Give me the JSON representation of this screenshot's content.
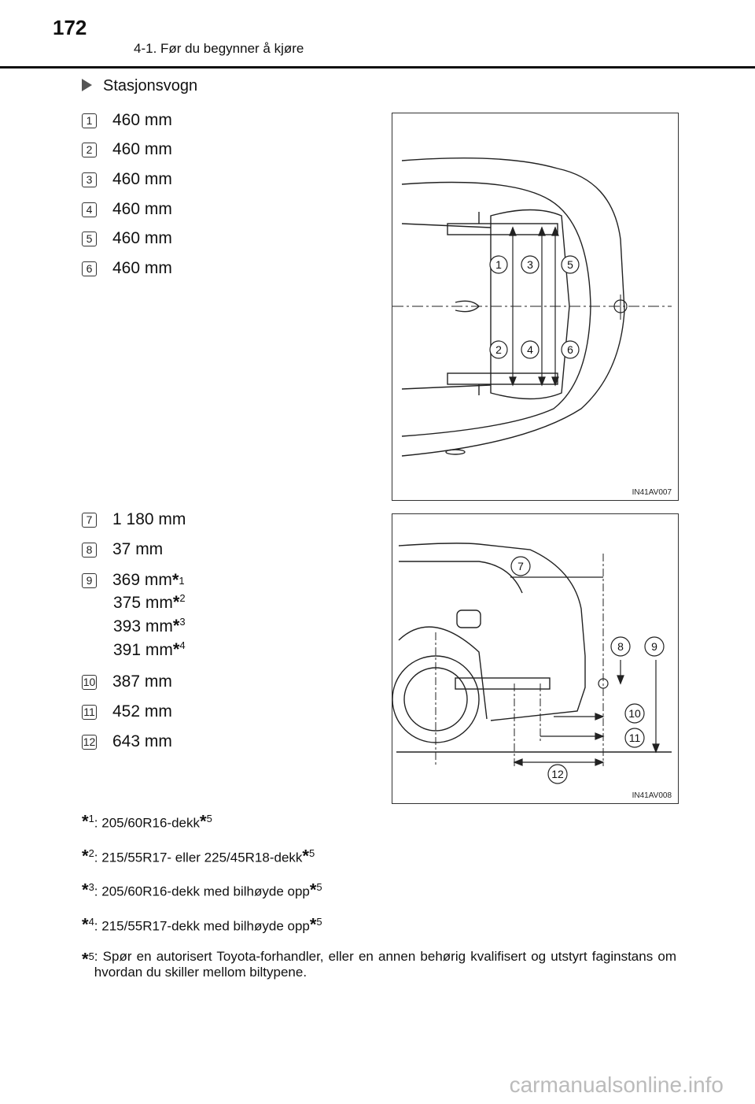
{
  "header": {
    "page_number": "172",
    "section": "4-1. Før du begynner å kjøre"
  },
  "variant_label": "Stasjonsvogn",
  "roof_items": [
    {
      "num": "1",
      "value": "460 mm"
    },
    {
      "num": "2",
      "value": "460 mm"
    },
    {
      "num": "3",
      "value": "460 mm"
    },
    {
      "num": "4",
      "value": "460 mm"
    },
    {
      "num": "5",
      "value": "460 mm"
    },
    {
      "num": "6",
      "value": "460 mm"
    }
  ],
  "side_items": [
    {
      "num": "7",
      "value": "1 180 mm"
    },
    {
      "num": "8",
      "value": "37 mm"
    },
    {
      "num": "9",
      "value": "369 mm",
      "sup": "1"
    },
    {
      "num": "10",
      "value": "387 mm"
    },
    {
      "num": "11",
      "value": "452 mm"
    },
    {
      "num": "12",
      "value": "643 mm"
    }
  ],
  "item9_extra": [
    {
      "value": "375 mm",
      "sup": "2"
    },
    {
      "value": "393 mm",
      "sup": "3"
    },
    {
      "value": "391 mm",
      "sup": "4"
    }
  ],
  "figure1": {
    "code": "IN41AV007",
    "labels": [
      "1",
      "2",
      "3",
      "4",
      "5",
      "6"
    ]
  },
  "figure2": {
    "code": "IN41AV008",
    "labels": [
      "7",
      "8",
      "9",
      "10",
      "11",
      "12"
    ]
  },
  "notes": [
    {
      "sup": "1",
      "text": ": 205/60R16-dekk",
      "ref": "5"
    },
    {
      "sup": "2",
      "text": ": 215/55R17- eller 225/45R18-dekk",
      "ref": "5"
    },
    {
      "sup": "3",
      "text": ": 205/60R16-dekk med bilhøyde opp",
      "ref": "5"
    },
    {
      "sup": "4",
      "text": ": 215/55R17-dekk med bilhøyde opp",
      "ref": "5"
    },
    {
      "sup": "5",
      "text": ": Spør en autorisert Toyota-forhandler, eller en annen behørig kvalifisert og utstyrt faginstans om hvordan du skiller mellom biltypene."
    }
  ],
  "footer": "carmanualsonline.info"
}
